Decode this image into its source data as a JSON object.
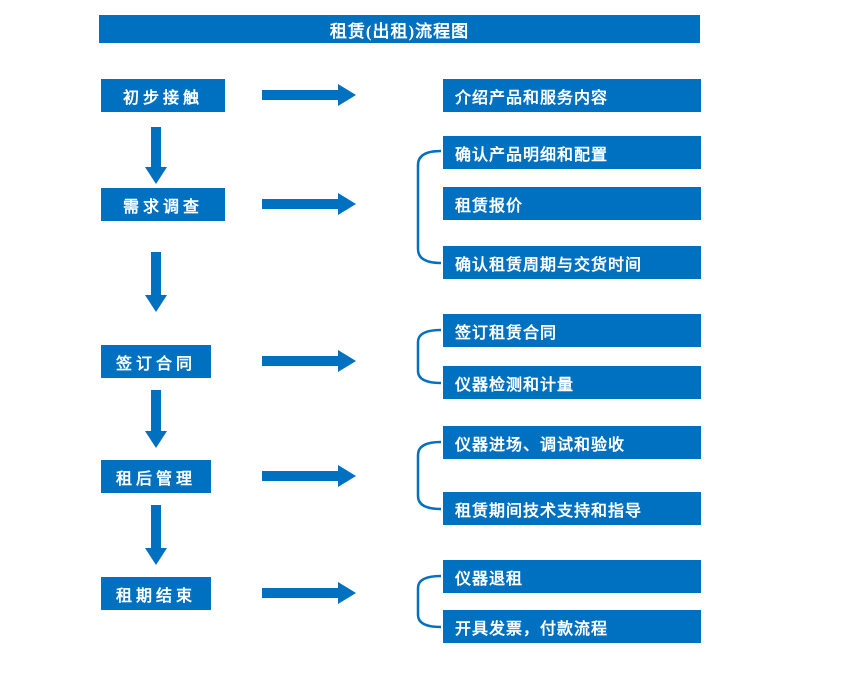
{
  "title": "租赁(出租)流程图",
  "colors": {
    "primary": "#0070C0",
    "text_on_primary": "#FFFFFF",
    "background": "#FFFFFF"
  },
  "flow": [
    {
      "step": "初步接触",
      "outputs": [
        "介绍产品和服务内容"
      ]
    },
    {
      "step": "需求调查",
      "outputs": [
        "确认产品明细和配置",
        "租赁报价",
        "确认租赁周期与交货时间"
      ]
    },
    {
      "step": "签订合同",
      "outputs": [
        "签订租赁合同",
        "仪器检测和计量"
      ]
    },
    {
      "step": "租后管理",
      "outputs": [
        "仪器进场、调试和验收",
        "租赁期间技术支持和指导"
      ]
    },
    {
      "step": "租期结束",
      "outputs": [
        "仪器退租",
        "开具发票，付款流程"
      ]
    }
  ]
}
